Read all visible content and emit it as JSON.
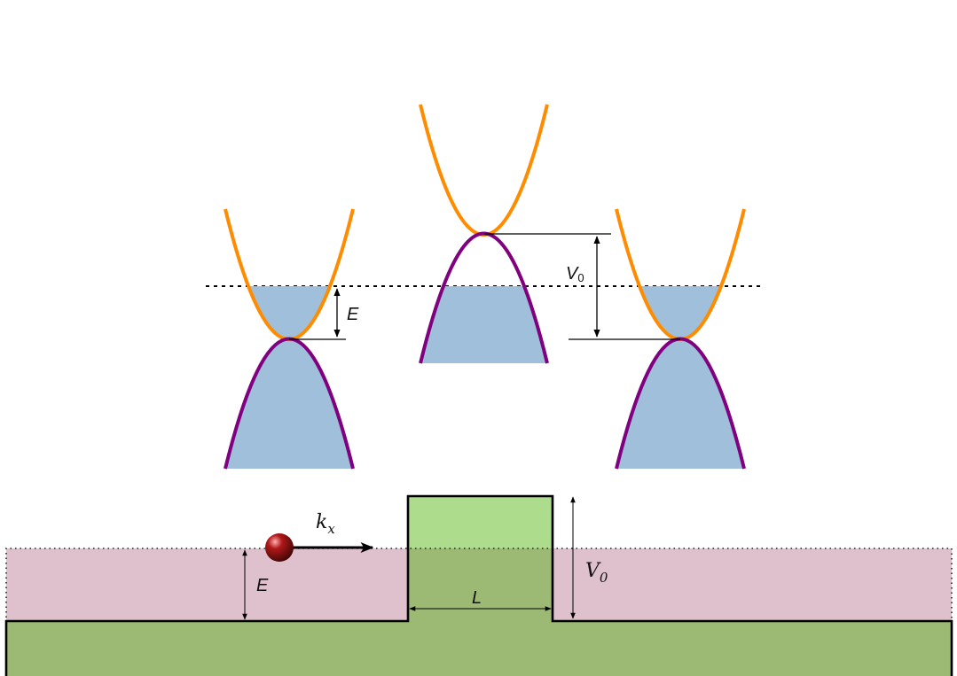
{
  "diagram": {
    "labels": {
      "E_cone": "E",
      "V0_cone_main": "V",
      "V0_cone_sub": "0",
      "kx_main": "k",
      "kx_sub": "x",
      "E_barrier": "E",
      "L_barrier": "L",
      "V0_barrier_main": "V",
      "V0_barrier_sub": "0"
    },
    "colors": {
      "conduction_band": "#ff8c00",
      "valence_band": "#800080",
      "filled_states": "#9fbfda",
      "region_fill_pink": "#dfc1ce",
      "barrier_light_green": "#addc8d",
      "ground_green": "#9cba74",
      "electron": "#8b1a1a"
    }
  }
}
